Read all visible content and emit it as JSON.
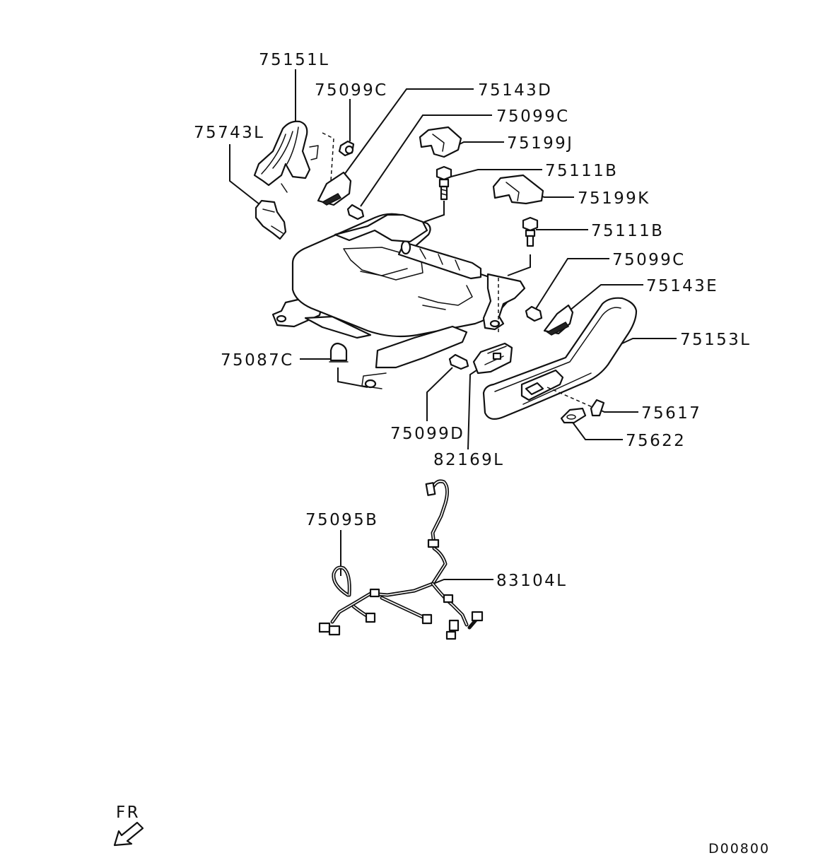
{
  "parts": [
    {
      "id": "p75151L",
      "label": "75151L"
    },
    {
      "id": "p75099C_a",
      "label": "75099C"
    },
    {
      "id": "p75143D",
      "label": "75143D"
    },
    {
      "id": "p75099C_b",
      "label": "75099C"
    },
    {
      "id": "p75743L",
      "label": "75743L"
    },
    {
      "id": "p75199J",
      "label": "75199J"
    },
    {
      "id": "p75111B_a",
      "label": "75111B"
    },
    {
      "id": "p75199K",
      "label": "75199K"
    },
    {
      "id": "p75111B_b",
      "label": "75111B"
    },
    {
      "id": "p75099C_c",
      "label": "75099C"
    },
    {
      "id": "p75143E",
      "label": "75143E"
    },
    {
      "id": "p75153L",
      "label": "75153L"
    },
    {
      "id": "p75087C",
      "label": "75087C"
    },
    {
      "id": "p75617",
      "label": "75617"
    },
    {
      "id": "p75622",
      "label": "75622"
    },
    {
      "id": "p75099D",
      "label": "75099D"
    },
    {
      "id": "p82169L",
      "label": "82169L"
    },
    {
      "id": "p75095B",
      "label": "75095B"
    },
    {
      "id": "p83104L",
      "label": "83104L"
    }
  ],
  "direction_indicator": {
    "label": "FR"
  },
  "diagram_code": "D00800"
}
